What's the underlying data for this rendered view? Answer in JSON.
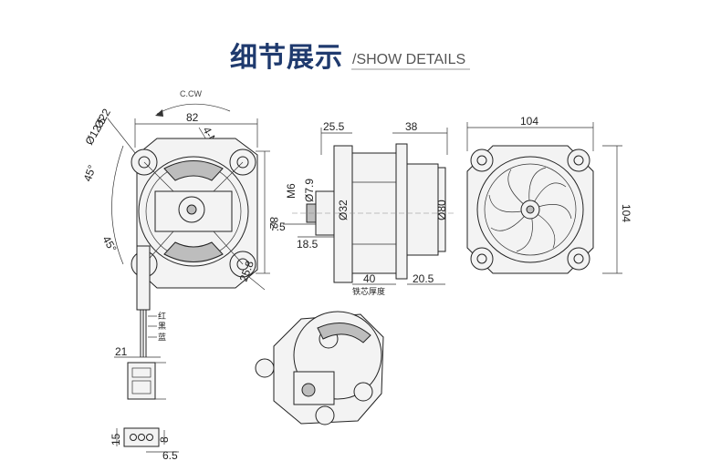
{
  "header": {
    "title_cn": "细节展示",
    "title_en": "/SHOW DETAILS"
  },
  "front_view": {
    "rotation": "C.CW",
    "width": "82",
    "height": "82",
    "hole_dia": "Ø22",
    "hole_dia2": "Ø12.5",
    "screws": "4-M4",
    "angle_top": "45°",
    "angle_bottom": "45°",
    "offset": "25.8"
  },
  "wires": {
    "red": "红",
    "black": "黑",
    "blue": "蓝",
    "lead_len": "21"
  },
  "connector": {
    "height": "15",
    "depth": "8",
    "pitch": "6.5"
  },
  "side_view": {
    "flange": "25.5",
    "body": "38",
    "thread": "M6",
    "shaft_dia": "Ø7.9",
    "hub_dia": "Ø32",
    "body_dia": "Ø80",
    "shaft_len": "7.5",
    "hub_len": "18.5",
    "core_len": "40",
    "rear_len": "20.5",
    "core_label": "铁芯厚度"
  },
  "rear_view": {
    "width": "104",
    "height": "104"
  }
}
